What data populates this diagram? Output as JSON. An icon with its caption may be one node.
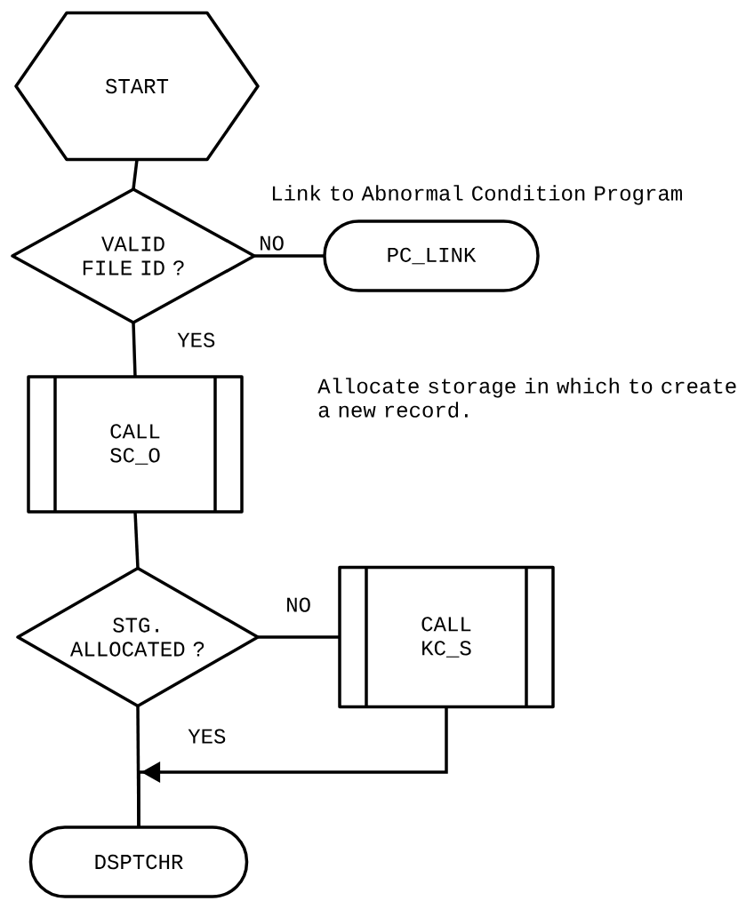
{
  "diagram": {
    "nodes": [
      {
        "text": [
          "START"
        ]
      },
      {
        "text": [
          "VALID FILE ID ?"
        ]
      },
      {
        "text": [
          "PC_LINK"
        ],
        "beside": [
          "Link to Abnormal Condition Program"
        ]
      },
      {
        "text": [
          "CALL SC_O"
        ],
        "beside": [
          "Allocate storage in which to create a new record."
        ]
      },
      {
        "text": [
          "STG. ALLOCATED ?"
        ]
      },
      {
        "text": [
          "CALL KC_S"
        ]
      },
      {
        "text": [
          "DSPTCHR"
        ]
      }
    ],
    "edges": [
      {
        "from": 0,
        "to": 1,
        "arrow": "none"
      },
      {
        "from": 1,
        "to": 2,
        "arrow": "none",
        "label": "NO"
      },
      {
        "from": 1,
        "to": 3,
        "arrow": "none",
        "label": "YES"
      },
      {
        "from": 3,
        "to": 4,
        "arrow": "none"
      },
      {
        "from": 4,
        "to": 5,
        "arrow": "none",
        "label": "NO"
      },
      {
        "from": 4,
        "to": 6,
        "arrow": "none",
        "label": "YES"
      },
      {
        "from": 5,
        "to": 6,
        "arrow": "to"
      }
    ]
  }
}
